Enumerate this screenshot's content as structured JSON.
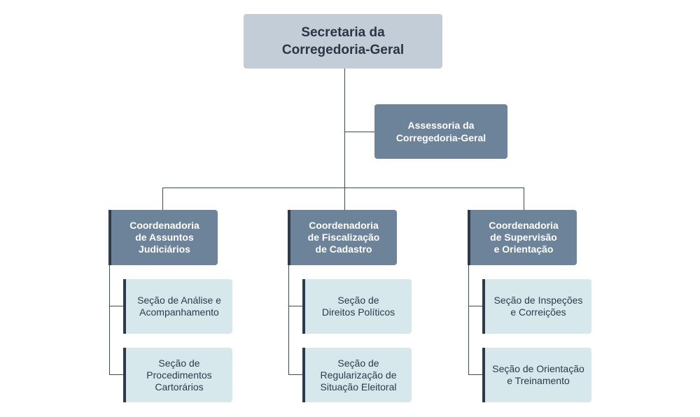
{
  "root": {
    "label": "Secretaria da\nCorregedoria-Geral"
  },
  "advisory": {
    "label": "Assessoria da\nCorregedoria-Geral"
  },
  "coordinations": [
    {
      "label": "Coordenadoria\nde Assuntos\nJudiciários",
      "sections": [
        {
          "label": "Seção de Análise e\nAcompanhamento"
        },
        {
          "label": "Seção de\nProcedimentos\nCartorários"
        }
      ]
    },
    {
      "label": "Coordenadoria\nde Fiscalização\nde Cadastro",
      "sections": [
        {
          "label": "Seção de\nDireitos Políticos"
        },
        {
          "label": "Seção de\nRegularização de\nSituação Eleitoral"
        }
      ]
    },
    {
      "label": "Coordenadoria\nde Supervisão\ne Orientação",
      "sections": [
        {
          "label": "Seção de Inspeções\ne Correições"
        },
        {
          "label": "Seção de Orientação\ne Treinamento"
        }
      ]
    }
  ],
  "colors": {
    "root_fill": "#c3cdd7",
    "coord_fill": "#6d8399",
    "section_fill": "#d6e8ec",
    "line": "#3d4a5c"
  }
}
